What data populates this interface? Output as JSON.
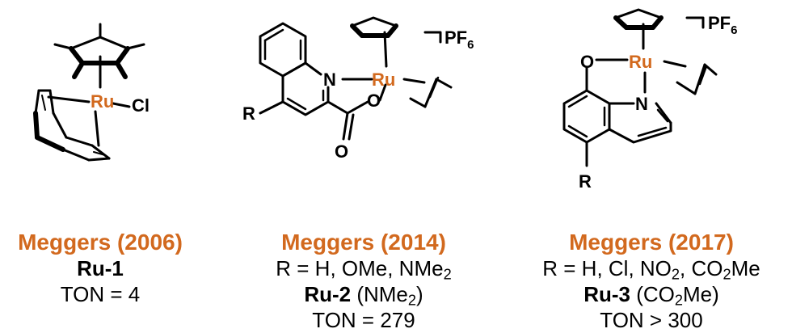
{
  "complexes": [
    {
      "atoms": {
        "ru": "Ru",
        "cl": "Cl"
      },
      "caption": {
        "title": "Meggers (2006)",
        "name": "Ru-1",
        "ton": "TON = 4"
      }
    },
    {
      "atoms": {
        "ru": "Ru",
        "n": "N",
        "o1": "O",
        "o2": "O",
        "r": "R",
        "pf": "PF",
        "pf_sub": "6"
      },
      "caption": {
        "title": "Meggers (2014)",
        "r_prefix": "R = H, OMe, NMe",
        "r_sub": "2",
        "name": "Ru-2",
        "variant_open": " (NMe",
        "variant_sub": "2",
        "variant_close": ")",
        "ton": "TON = 279"
      }
    },
    {
      "atoms": {
        "ru": "Ru",
        "n": "N",
        "o": "O",
        "r": "R",
        "pf": "PF",
        "pf_sub": "6"
      },
      "caption": {
        "title": "Meggers (2017)",
        "r_prefix": "R = H, Cl, NO",
        "r_sub1": "2",
        "r_mid": ", CO",
        "r_sub2": "2",
        "r_end": "Me",
        "name": "Ru-3",
        "variant_open": " (CO",
        "variant_sub": "2",
        "variant_close": "Me)",
        "ton": "TON > 300"
      }
    }
  ],
  "colors": {
    "accent": "#d2691e",
    "ink": "#000000"
  }
}
